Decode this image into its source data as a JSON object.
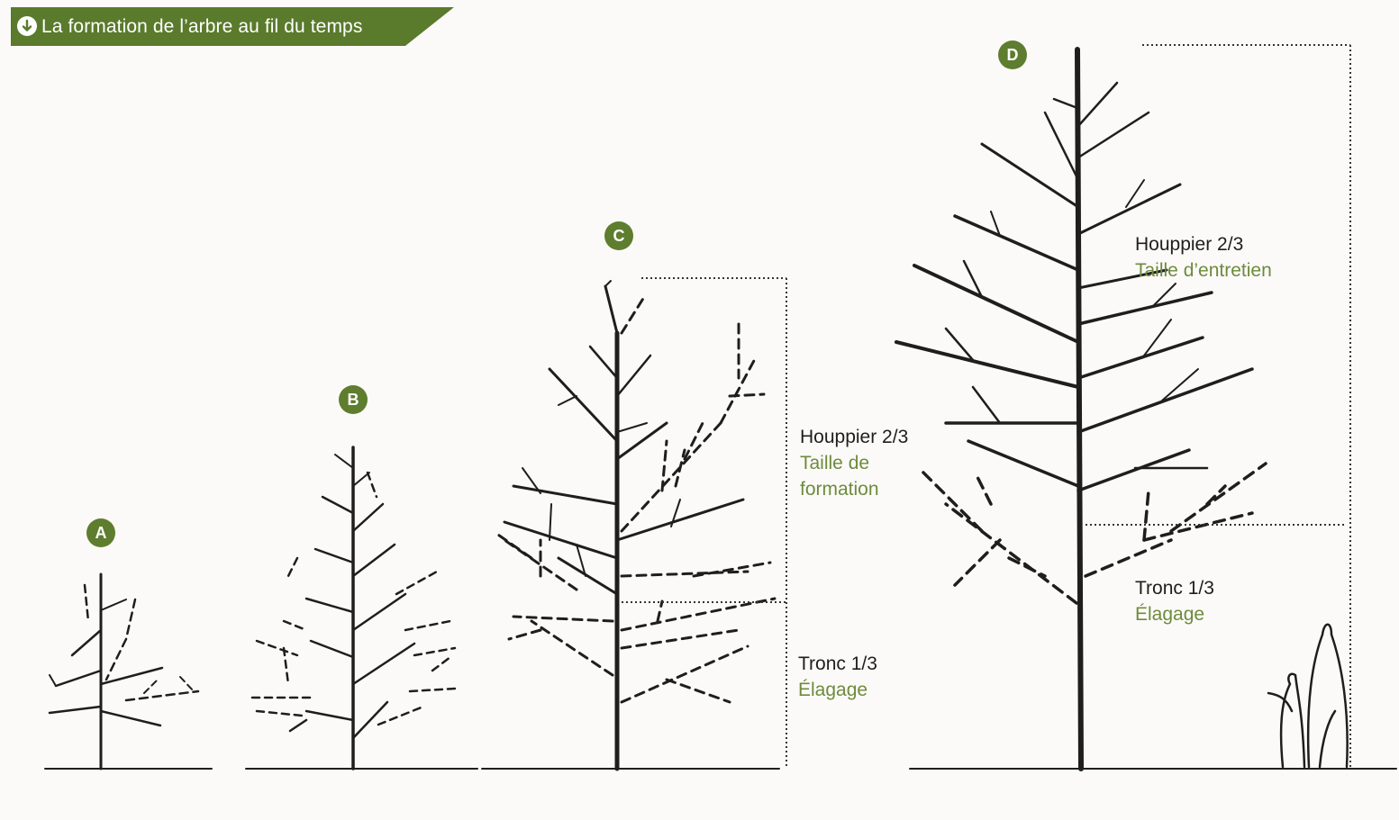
{
  "header": {
    "title": "La formation de l’arbre au fil du temps",
    "icon": "arrow-down-circle-icon",
    "color": "#5a7a2c"
  },
  "stages": {
    "a": {
      "badge": "A"
    },
    "b": {
      "badge": "B"
    },
    "c": {
      "badge": "C",
      "crown_label": "Houppier 2/3",
      "crown_action_line1": "Taille de",
      "crown_action_line2": "formation",
      "trunk_label": "Tronc 1/3",
      "trunk_action": "Élagage"
    },
    "d": {
      "badge": "D",
      "crown_label": "Houppier 2/3",
      "crown_action": "Taille d’entretien",
      "trunk_label": "Tronc 1/3",
      "trunk_action": "Élagage"
    }
  },
  "colors": {
    "accent_green": "#5e7d2e",
    "label_green": "#6e8b3d",
    "ink": "#1e1e1e",
    "background": "#fbfaf8"
  }
}
